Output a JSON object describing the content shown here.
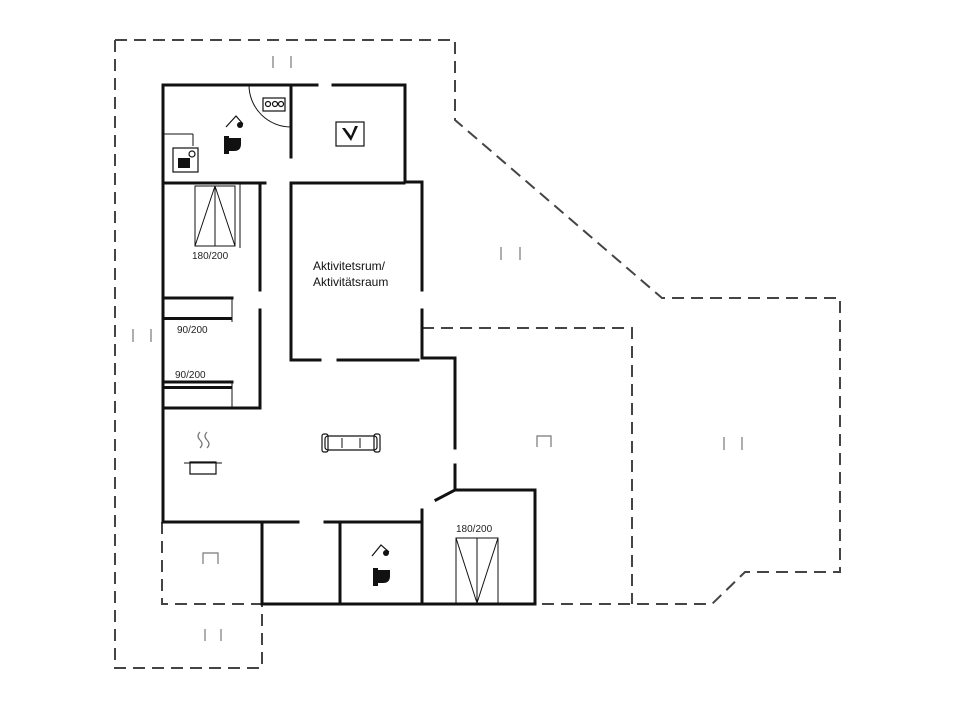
{
  "rooms": {
    "activity_line1": "Aktivitetsrum/",
    "activity_line2": "Aktivitätsraum"
  },
  "beds": {
    "double_1": "180/200",
    "single_1": "90/200",
    "single_2": "90/200",
    "double_2": "180/200"
  },
  "icons": {
    "toilet": "toilet-icon",
    "shower": "shower-icon",
    "washing": "washing-machine-icon",
    "dryer": "dryer-icon",
    "sofa": "sofa-icon",
    "kitchen": "cooking-pot-icon",
    "terrace": "terrace-icon"
  }
}
